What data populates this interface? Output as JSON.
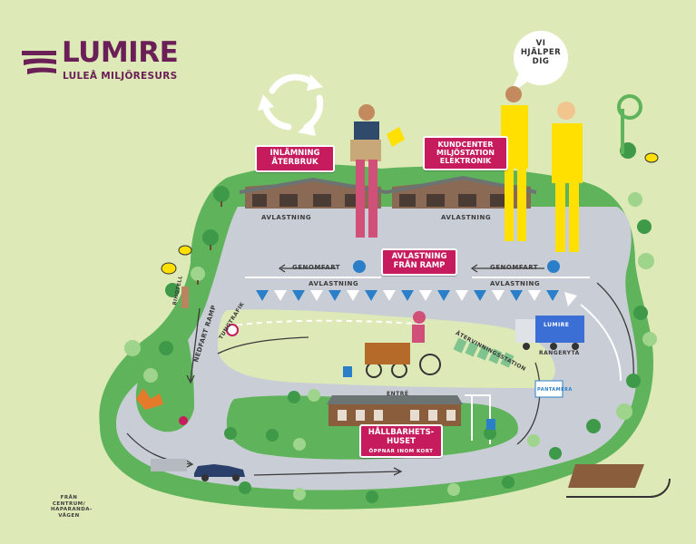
{
  "brand": {
    "name": "LUMIRE",
    "subtitle": "LULEÅ MILJÖRESURS"
  },
  "speech_bubble": [
    "VI",
    "HJÄLPER",
    "DIG"
  ],
  "signs": {
    "inlamning": [
      "INLÄMNING",
      "ÅTERBRUK"
    ],
    "kundcenter": [
      "KUNDCENTER",
      "MILJÖSTATION",
      "ELEKTRONIK"
    ],
    "avlastning_ramp": [
      "AVLASTNING",
      "FRÅN RAMP"
    ],
    "hallbarhetshuset": [
      "HÅLLBARHETS-",
      "HUSET"
    ],
    "hallbarhetshuset_hours": "ÖPPNAR INOM KORT"
  },
  "labels": {
    "avlastning_left_building": "AVLASTNING",
    "avlastning_right_building": "AVLASTNING",
    "genomfart_left": "GENOMFART",
    "genomfart_right": "GENOMFART",
    "avlastning_row_left": "AVLASTNING",
    "avlastning_row_right": "AVLASTNING",
    "nedfart_ramp": "NEDFART RAMP",
    "tungtrafik": "TUNGTRAFIK",
    "ateranvandningsstation": "ÅTERVINNINGSSTATION",
    "entre": "ENTRÉ",
    "ranger_yta": "RANGERYTA",
    "truck_brand": "LUMIRE",
    "pantamera": "PANTAMERA",
    "birdhouse": "BIHOTELL",
    "from_road": [
      "FRÅN",
      "CENTRUM/",
      "HAPARANDA-",
      "VÄGEN"
    ]
  },
  "colors": {
    "background": "#dde9b6",
    "grass": "#5fb35a",
    "grass_dark": "#3e9a48",
    "road": "#c9ced6",
    "brand_purple": "#6b1f57",
    "sign_pink": "#c61c5d",
    "vest_yellow": "#ffe000",
    "parking_blue": "#2b7fc9",
    "dumpster_blue": "#3b6fd6",
    "bin_green": "#7fc38f",
    "building_roof": "#6b7472"
  },
  "icons": [
    "recycle-arrows-icon",
    "parking-icon",
    "bee-icon",
    "fox-icon",
    "sled-icon",
    "no-entry-icon",
    "no-heavy-traffic-icon",
    "arrow-icon"
  ]
}
